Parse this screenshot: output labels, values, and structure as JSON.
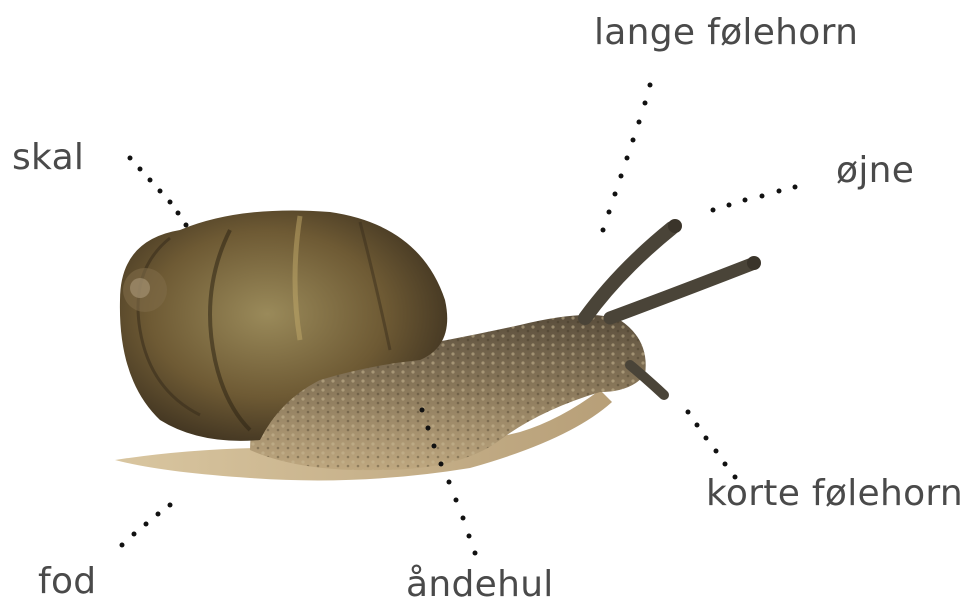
{
  "labels": {
    "shell": "skal",
    "long_tentacles": "lange følehorn",
    "eyes": "øjne",
    "short_tentacles": "korte følehorn",
    "foot": "fod",
    "breathing_hole": "åndehul"
  },
  "colors": {
    "label_text": "#4a4a4a",
    "leader_dots": "#111111",
    "background": "#ffffff"
  }
}
